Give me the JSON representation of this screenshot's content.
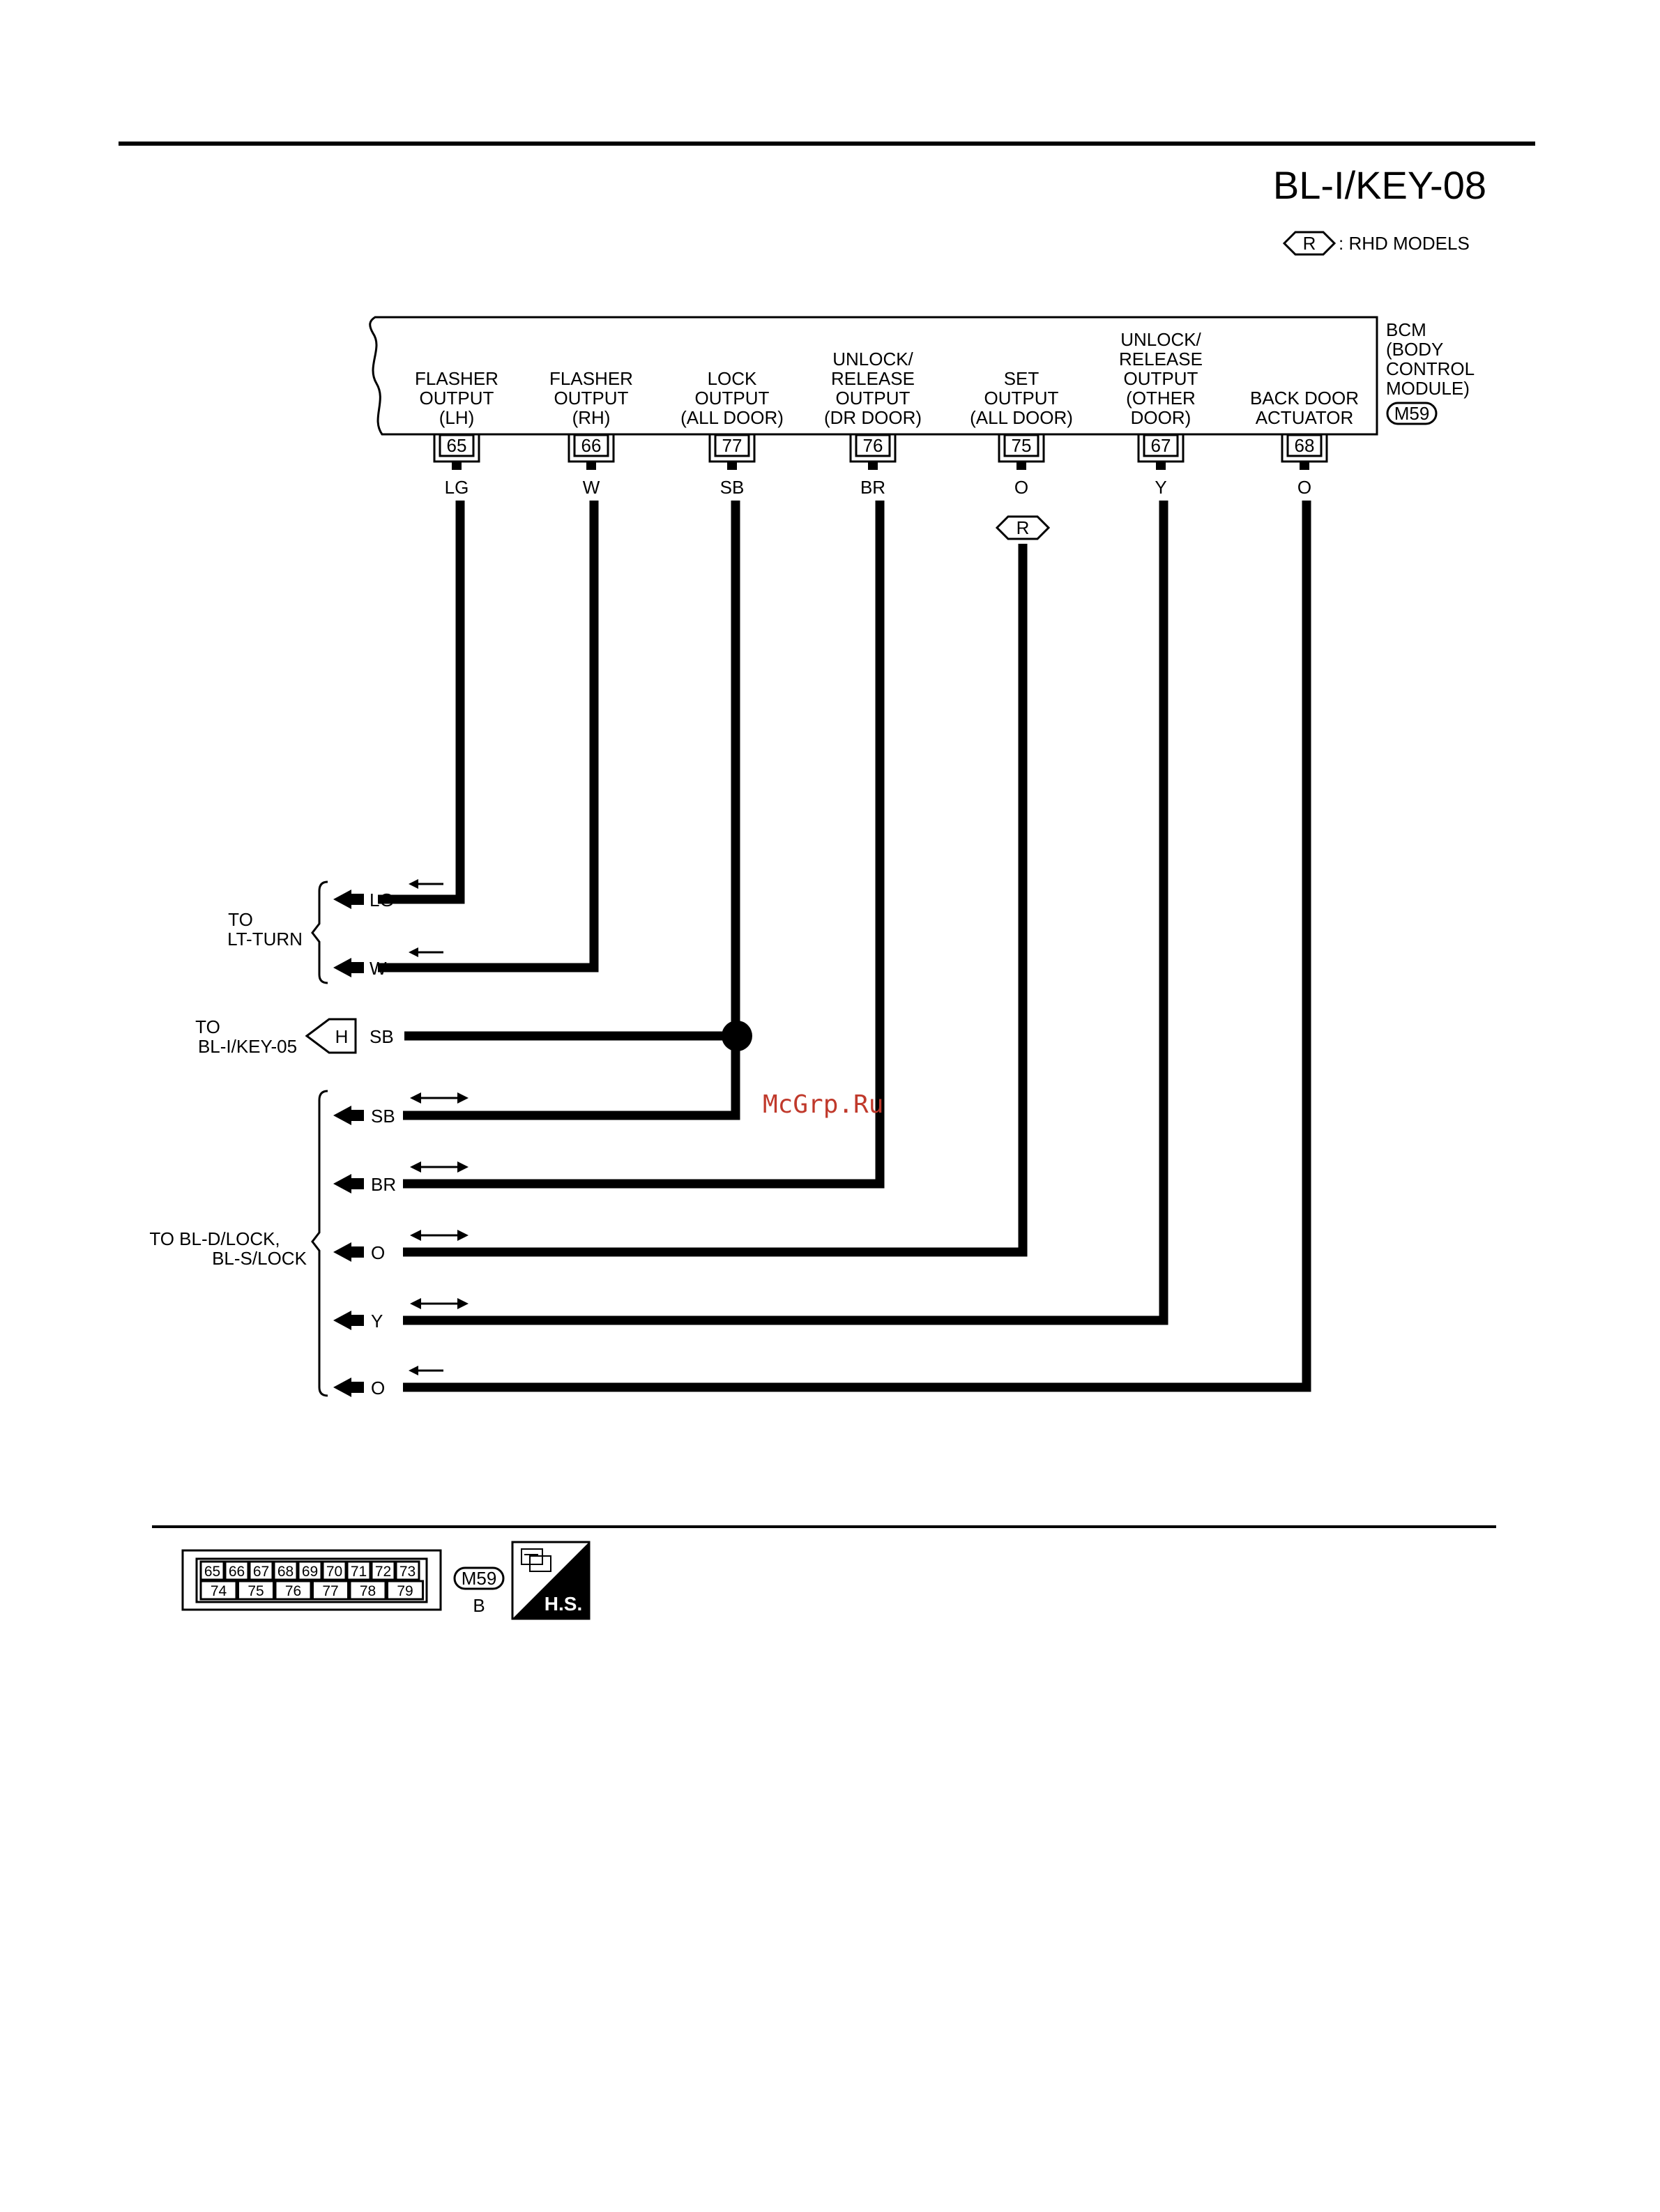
{
  "title": "BL-I/KEY-08",
  "legend": {
    "symbol": "R",
    "text": ": RHD MODELS"
  },
  "bcm": {
    "lines": [
      "BCM",
      "(BODY",
      "CONTROL",
      "MODULE)"
    ],
    "connector": "M59"
  },
  "terminals": [
    {
      "lines": [
        "FLASHER",
        "OUTPUT",
        "(LH)"
      ],
      "pin": "65",
      "color": "LG"
    },
    {
      "lines": [
        "FLASHER",
        "OUTPUT",
        "(RH)"
      ],
      "pin": "66",
      "color": "W"
    },
    {
      "lines": [
        "LOCK",
        "OUTPUT",
        "(ALL DOOR)"
      ],
      "pin": "77",
      "color": "SB"
    },
    {
      "lines": [
        "UNLOCK/",
        "RELEASE",
        "OUTPUT",
        "(DR DOOR)"
      ],
      "pin": "76",
      "color": "BR"
    },
    {
      "lines": [
        "SET",
        "OUTPUT",
        "(ALL DOOR)"
      ],
      "pin": "75",
      "color": "O",
      "option": "R"
    },
    {
      "lines": [
        "UNLOCK/",
        "RELEASE",
        "OUTPUT",
        "(OTHER",
        "DOOR)"
      ],
      "pin": "67",
      "color": "Y"
    },
    {
      "lines": [
        "BACK DOOR",
        "ACTUATOR"
      ],
      "pin": "68",
      "color": "O"
    }
  ],
  "destinations": [
    {
      "lines": [
        "TO",
        "LT-TURN"
      ],
      "wires": [
        "LG",
        "W"
      ]
    },
    {
      "lines": [
        "TO",
        "BL-I/KEY-05"
      ],
      "symbol": "H",
      "wires": [
        "SB"
      ]
    },
    {
      "lines": [
        "TO BL-D/LOCK,",
        "BL-S/LOCK"
      ],
      "wires": [
        "SB",
        "BR",
        "O",
        "Y",
        "O"
      ]
    }
  ],
  "connector_face": {
    "row1": [
      "65",
      "66",
      "67",
      "68",
      "69",
      "70",
      "71",
      "72",
      "73"
    ],
    "row2": [
      "74",
      "75",
      "76",
      "77",
      "78",
      "79"
    ],
    "id": "M59",
    "color": "B",
    "hs_label": "H.S."
  },
  "watermark": "McGrp.Ru"
}
